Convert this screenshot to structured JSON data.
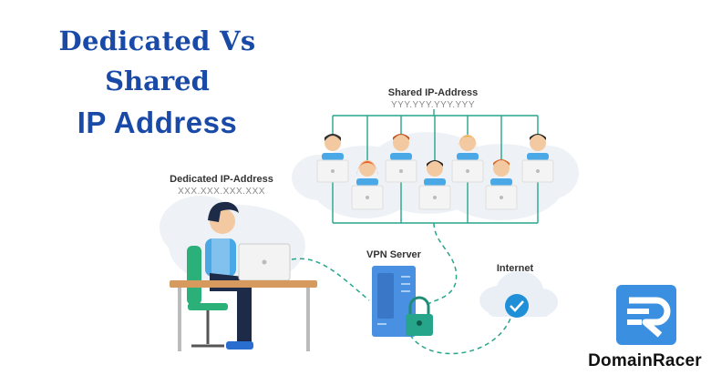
{
  "title": {
    "line1": "Dedicated Vs",
    "line2": "Shared",
    "line3": "IP Address"
  },
  "shared": {
    "label": "Shared IP-Address",
    "address": "YYY.YYY.YYY.YYY"
  },
  "dedicated": {
    "label": "Dedicated IP-Address",
    "address": "XXX.XXX.XXX.XXX"
  },
  "vpn": {
    "label": "VPN Server"
  },
  "internet": {
    "label": "Internet"
  },
  "brand": {
    "name": "DomainRacer",
    "logo_color": "#3b8fe0"
  },
  "colors": {
    "title": "#1a4aa8",
    "network_line": "#26a58a",
    "server": "#4a90e2",
    "lock": "#26a58a",
    "cloud": "#e9eff5"
  }
}
